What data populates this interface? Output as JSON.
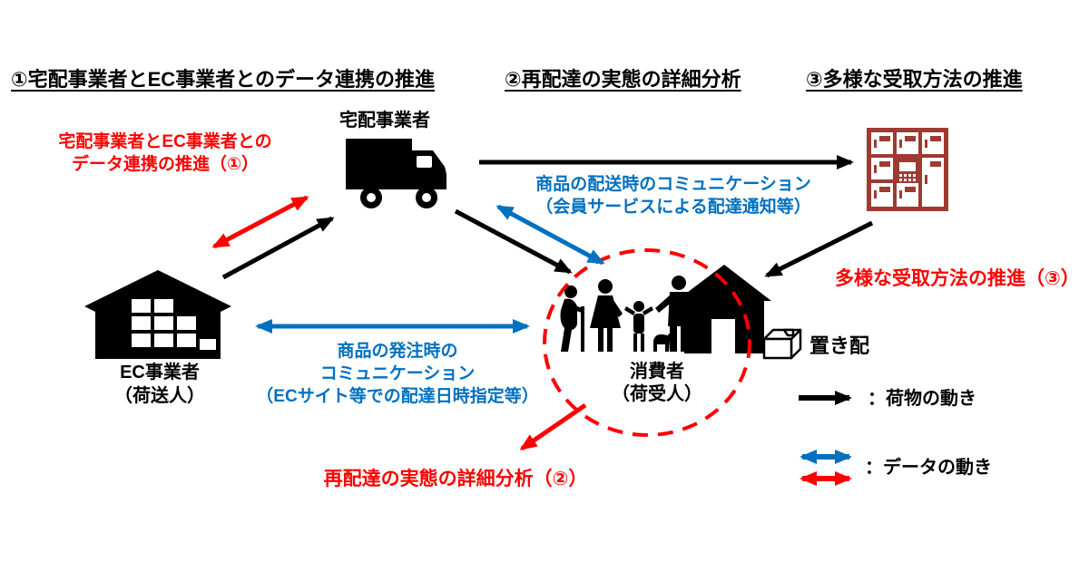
{
  "colors": {
    "parcel_flow": "#000000",
    "data_flow_blue": "#0070c0",
    "data_flow_red": "#ff0000",
    "locker": "#9e3a32",
    "background": "#ffffff"
  },
  "header": {
    "item1": "①宅配事業者とEC事業者とのデータ連携の推進",
    "item2": "②再配達の実態の詳細分析",
    "item3": "③多様な受取方法の推進"
  },
  "nodes": {
    "carrier": {
      "label": "宅配事業者"
    },
    "ec": {
      "label_line1": "EC事業者",
      "label_line2": "（荷送人）"
    },
    "consumer": {
      "label_line1": "消費者",
      "label_line2": "（荷受人）"
    },
    "okihai": {
      "label": "置き配"
    }
  },
  "annotations": {
    "data_linkage": {
      "line1": "宅配事業者とEC事業者との",
      "line2": "データ連携の推進（①）"
    },
    "delivery_comm": {
      "line1": "商品の配送時のコミュニケーション",
      "line2": "（会員サービスによる配達通知等）"
    },
    "order_comm": {
      "line1": "商品の発注時の",
      "line2": "コミュニケーション",
      "line3": "（ECサイト等での配達日時指定等）"
    },
    "receive_methods": {
      "text": "多様な受取方法の推進（③）"
    },
    "redelivery": {
      "text": "再配達の実態の詳細分析（②）"
    }
  },
  "legend": {
    "parcel": "：荷物の動き",
    "data": "：データの動き"
  }
}
